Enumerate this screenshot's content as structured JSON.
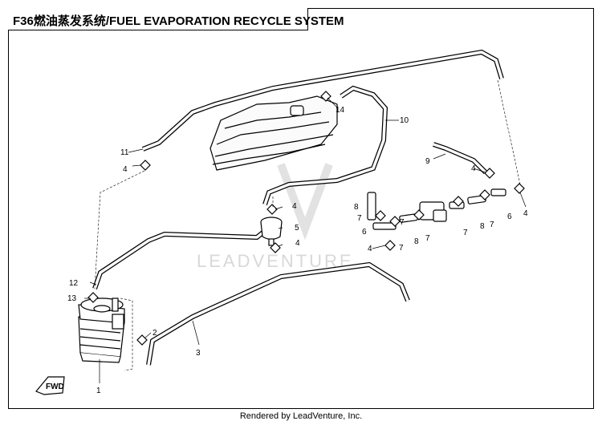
{
  "title": "F36燃油蒸发系统/FUEL EVAPORATION RECYCLE SYSTEM",
  "footer": "Rendered by LeadVenture, Inc.",
  "watermark": "LEADVENTURE",
  "fwd_label": "FWD",
  "callouts": [
    "1",
    "2",
    "3",
    "4",
    "4",
    "4",
    "4",
    "4",
    "4",
    "5",
    "6",
    "6",
    "7",
    "7",
    "7",
    "7",
    "7",
    "7",
    "8",
    "8",
    "8",
    "9",
    "10",
    "11",
    "12",
    "13",
    "14"
  ]
}
